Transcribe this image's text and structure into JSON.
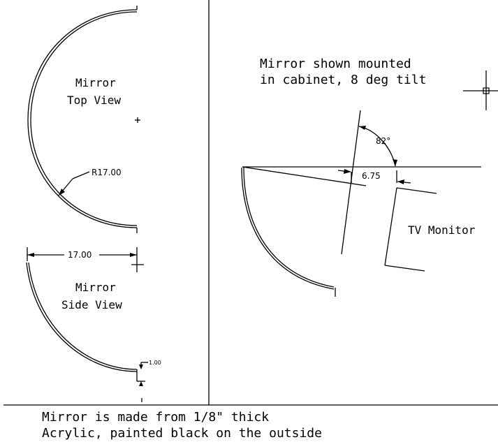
{
  "top_view": {
    "title_line1": "Mirror",
    "title_line2": "Top View",
    "radius_label": "R17.00"
  },
  "side_view": {
    "title_line1": "Mirror",
    "title_line2": "Side View",
    "width_label": "17.00",
    "thickness_label": "1.00"
  },
  "mounted": {
    "caption_line1": "Mirror shown mounted",
    "caption_line2": "in cabinet, 8 deg tilt",
    "angle_label": "82°",
    "gap_label": "6.75",
    "monitor_label": "TV Monitor"
  },
  "note": {
    "line1": "Mirror is made from 1/8\" thick",
    "line2": "Acrylic, painted black on the outside"
  }
}
